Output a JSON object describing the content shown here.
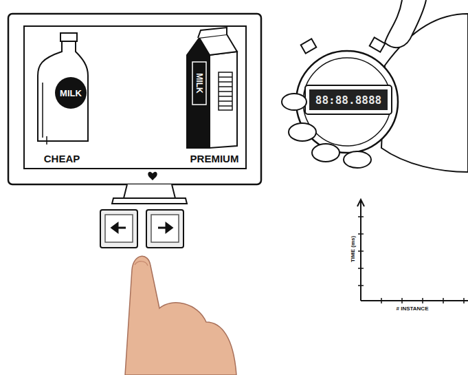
{
  "diagram": {
    "nodes": [
      {
        "text": [
          "MILK",
          "CHEAP"
        ]
      },
      {
        "text": [
          "MILK",
          "PREMIUM"
        ]
      },
      {
        "text": [
          "88:88.8888"
        ]
      }
    ],
    "labels": [
      "TIME (ms)",
      "# INSTANCE"
    ]
  }
}
